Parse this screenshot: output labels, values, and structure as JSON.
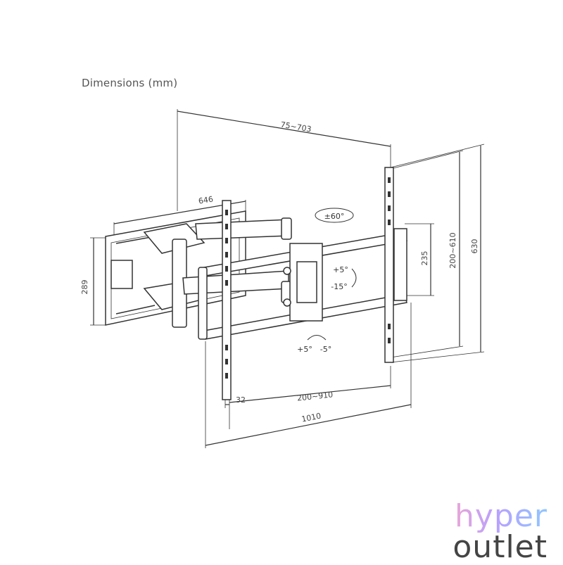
{
  "title": "Dimensions (mm)",
  "dimensions": {
    "depth_range": "75~703",
    "arm_length": "646",
    "wall_plate_height": "289",
    "vesa_horizontal": "200~910",
    "overall_width": "1010",
    "rail_offset": "32",
    "vesa_vertical": "200~610",
    "inner_height": "235",
    "overall_height": "630"
  },
  "angles": {
    "swivel": "±60°",
    "tilt_up": "+5°",
    "tilt_down": "-15°",
    "rotate_pos": "+5°",
    "rotate_neg": "-5°"
  },
  "brand": {
    "line1": "hyper",
    "line2": "outlet"
  }
}
